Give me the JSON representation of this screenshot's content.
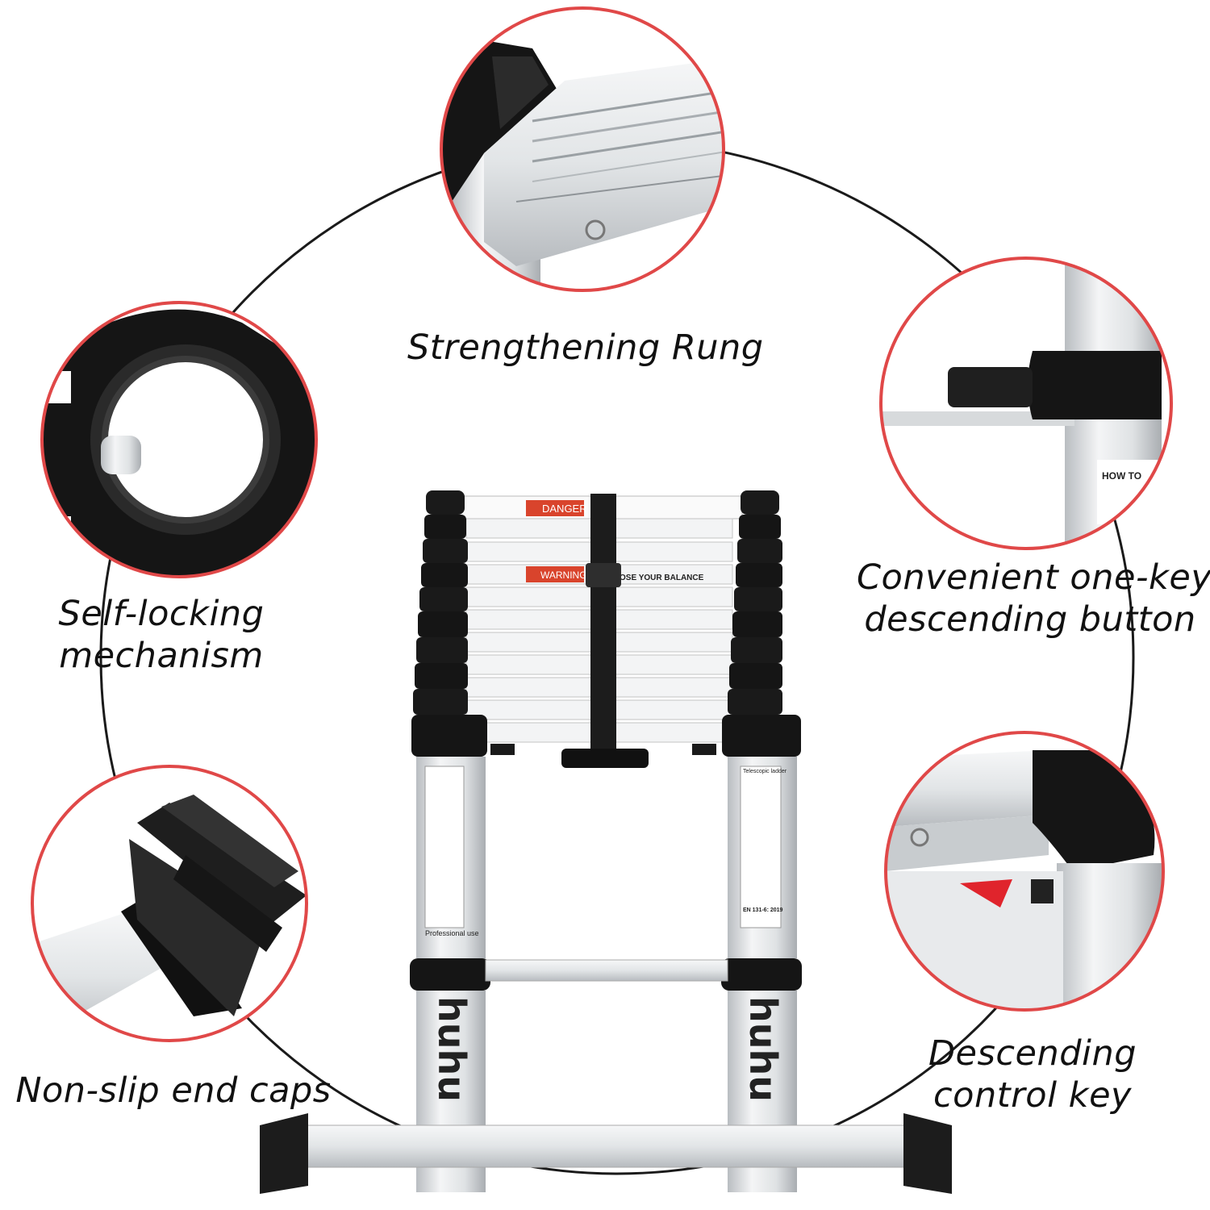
{
  "features": {
    "strengthening_rung": {
      "label": "Strengthening Rung"
    },
    "self_locking": {
      "line1": "Self-locking",
      "line2": "mechanism"
    },
    "one_key_button": {
      "line1": "Convenient one-key",
      "line2": "descending button"
    },
    "end_caps": {
      "label": "Non-slip end caps"
    },
    "control_key": {
      "line1": "Descending",
      "line2": "control key"
    }
  },
  "ladder": {
    "danger_label": "DANGER",
    "warning_label": "WARNING",
    "warning_text": "OSE YOUR BALANCE",
    "brand": "huhu",
    "professional_use": "Professional use",
    "telescopic_label": "Telescopic ladder",
    "standard": "EN 131-6: 2019"
  },
  "detail": {
    "how_to": "HOW TO"
  },
  "colors": {
    "ring": "#e04848",
    "line": "#1a1a1a",
    "metal": "#d9dcdf",
    "black": "#1b1b1b"
  }
}
